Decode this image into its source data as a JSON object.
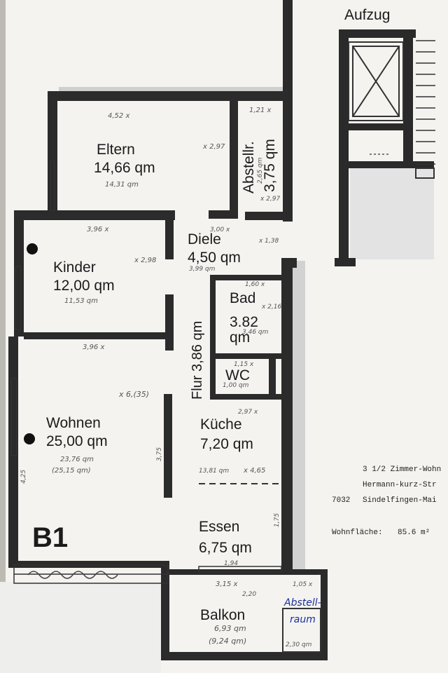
{
  "elevator": {
    "label": "Aufzug"
  },
  "unit": {
    "label": "B1"
  },
  "rooms": {
    "eltern": {
      "name": "Eltern",
      "area": "14,66 qm",
      "note": "14,31 qm",
      "dim_top": "4,52 x",
      "dim_side": "x 2,97"
    },
    "abstellr": {
      "name": "Abstellr.",
      "area": "3,75 qm",
      "dim_top": "1,21 x",
      "dim_mid": "2,65 qm",
      "dim_bot": "x 2,97"
    },
    "kinder": {
      "name": "Kinder",
      "area": "12,00 qm",
      "note": "11,53 qm",
      "dim_top": "3,96 x",
      "dim_side": "x 2,98"
    },
    "diele": {
      "name": "Diele",
      "area": "4,50 qm",
      "dim_top": "3,00 x",
      "dim_side": "x 1,38",
      "dim_bot": "3,99 qm"
    },
    "bad": {
      "name": "Bad",
      "area": "3.82",
      "unit": "qm",
      "dim_top": "1,60 x",
      "dim_side": "x 2,16",
      "note": "3,46 qm"
    },
    "wc": {
      "name": "WC",
      "dim_top": "1,15 x",
      "note": "1,00 qm"
    },
    "flur": {
      "name": "Flur 3,86 qm"
    },
    "wohnen": {
      "name": "Wohnen",
      "area": "25,00 qm",
      "note": "23,76 qm",
      "note2": "(25,15 qm)",
      "dim_top": "3,96 x",
      "dim_side": "x 6,(35)",
      "dim_right": "3,75",
      "dim_left": "4,25"
    },
    "kueche": {
      "name": "Küche",
      "area": "7,20 qm",
      "dim_top": "2,97 x",
      "note": "13,81 qm",
      "dim_side": "x 4,65"
    },
    "essen": {
      "name": "Essen",
      "area": "6,75 qm",
      "dim_bot": "1,94",
      "dim_side": "1,75"
    },
    "balkon": {
      "name": "Balkon",
      "note": "6,93 qm",
      "note2": "(9,24 qm)",
      "dim_top": "3,15 x",
      "dim_mid": "2,20"
    },
    "abstellraum": {
      "name_line1": "Abstell-",
      "name_line2": "raum",
      "dim_top": "1,05 x",
      "dim_bot": "2,30 qm"
    }
  },
  "info": {
    "line1": "3 1/2 Zimmer-Wohn",
    "line2": "Hermann-kurz-Str",
    "postcode": "7032",
    "line3": "Sindelfingen-Mai",
    "area_label": "Wohnfläche:",
    "area_value": "85.6 m²"
  }
}
